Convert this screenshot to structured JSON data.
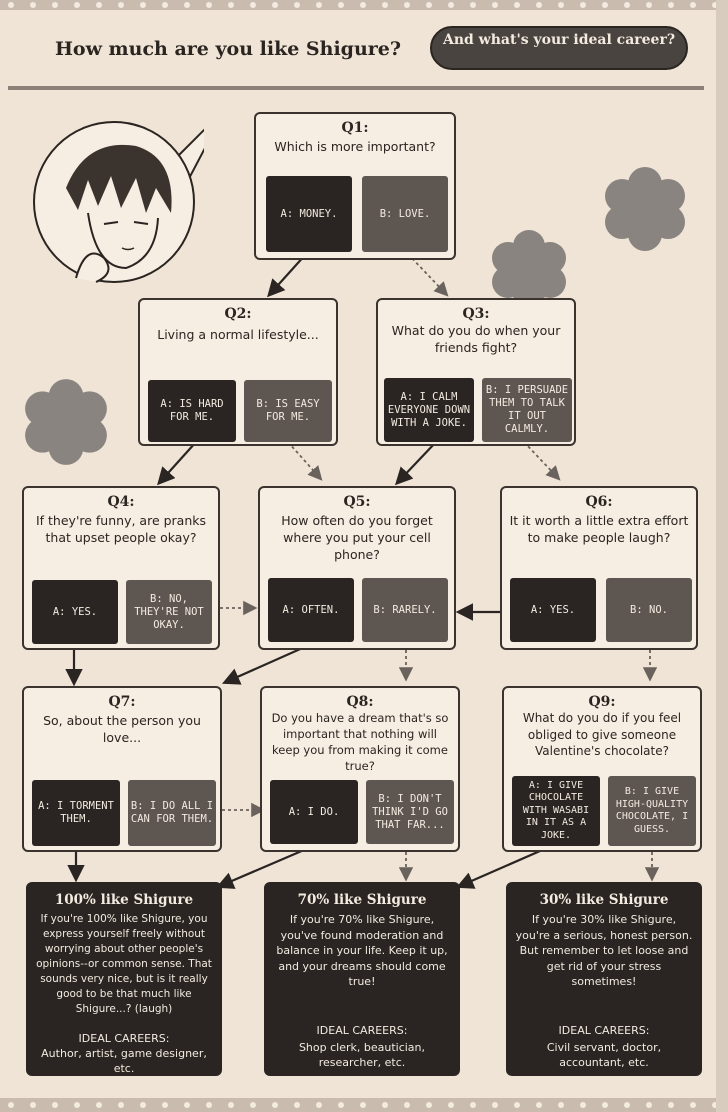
{
  "header": {
    "title": "How much are you like Shigure?",
    "subtitle": "And what's your ideal career?"
  },
  "questions": [
    {
      "num": "Q1:",
      "text": "Which is more important?",
      "a": "A: MONEY.",
      "b": "B: LOVE."
    },
    {
      "num": "Q2:",
      "text": "Living a normal lifestyle...",
      "a": "A: IS HARD FOR ME.",
      "b": "B: IS EASY FOR ME."
    },
    {
      "num": "Q3:",
      "text": "What do you do when your friends fight?",
      "a": "A: I CALM EVERYONE DOWN WITH A JOKE.",
      "b": "B: I PERSUADE THEM TO TALK IT OUT CALMLY."
    },
    {
      "num": "Q4:",
      "text": "If they're funny, are pranks that upset people okay?",
      "a": "A: YES.",
      "b": "B: NO, THEY'RE NOT OKAY."
    },
    {
      "num": "Q5:",
      "text": "How often do you forget where you put your cell phone?",
      "a": "A: OFTEN.",
      "b": "B: RARELY."
    },
    {
      "num": "Q6:",
      "text": "It it worth a little extra effort to make people laugh?",
      "a": "A: YES.",
      "b": "B: NO."
    },
    {
      "num": "Q7:",
      "text": "So, about the person you love...",
      "a": "A: I TORMENT THEM.",
      "b": "B: I DO ALL I CAN FOR THEM."
    },
    {
      "num": "Q8:",
      "text": "Do you have a dream that's so important that nothing will keep you from making it come true?",
      "a": "A: I DO.",
      "b": "B: I DON'T THINK I'D GO THAT FAR..."
    },
    {
      "num": "Q9:",
      "text": "What do you do if you feel obliged to give someone Valentine's chocolate?",
      "a": "A: I GIVE CHOCOLATE WITH WASABI IN IT AS A JOKE.",
      "b": "B: I GIVE HIGH-QUALITY CHOCOLATE, I GUESS."
    }
  ],
  "results": [
    {
      "title": "100% like Shigure",
      "text": "If you're 100% like Shigure, you express yourself freely without worrying about other people's opinions--or common sense. That sounds very nice, but is it really good to be that much like Shigure...? (laugh)",
      "careers_label": "IDEAL CAREERS:",
      "careers": "Author, artist, game designer, etc."
    },
    {
      "title": "70% like Shigure",
      "text": "If you're 70% like Shigure, you've found moderation and balance in your life. Keep it up, and your dreams should come true!",
      "careers_label": "IDEAL CAREERS:",
      "careers": "Shop clerk, beautician, researcher, etc."
    },
    {
      "title": "30% like Shigure",
      "text": "If you're 30% like Shigure, you're a serious, honest person. But remember to let loose and get rid of your stress sometimes!",
      "careers_label": "IDEAL CAREERS:",
      "careers": "Civil servant, doctor, accountant, etc."
    }
  ],
  "colors": {
    "paper": "#efe4d6",
    "ink": "#2a2522",
    "option_b": "#5e5651",
    "flower": "#8a8480"
  }
}
